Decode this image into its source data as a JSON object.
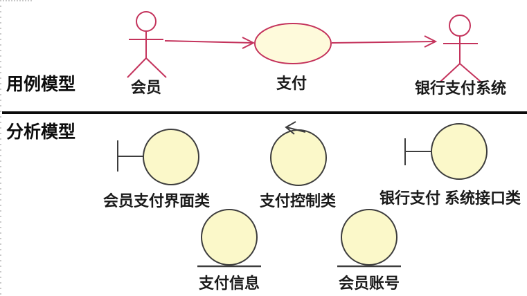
{
  "use_case_model": {
    "title": "用例模型",
    "member_actor_label": "会员",
    "payment_use_case_label": "支付",
    "bank_actor_label": "银行支付系统"
  },
  "analysis_model": {
    "title": "分析模型",
    "member_payment_ui_label": "会员支付界面类",
    "payment_control_label": "支付控制类",
    "bank_interface_label": "银行支付 系统接口类",
    "payment_info_label": "支付信息",
    "member_account_label": "会员账号"
  },
  "colors": {
    "use_case_accent": "#C4335C",
    "use_case_fill": "#FEFADB",
    "analysis_fill": "#FBF8C9",
    "analysis_stroke": "#3D3D3D",
    "divider": "#0B0B0B",
    "page_dash_border": "#C9C9C9",
    "text": "#1A1A1A"
  },
  "icons": {
    "member_actor": "actor-stick-figure-icon",
    "bank_actor": "actor-stick-figure-icon",
    "payment_use_case": "use-case-ellipse-icon",
    "member_payment_ui": "boundary-class-icon",
    "payment_control": "control-class-icon",
    "bank_interface": "boundary-class-icon",
    "payment_info": "entity-class-icon",
    "member_account": "entity-class-icon"
  }
}
